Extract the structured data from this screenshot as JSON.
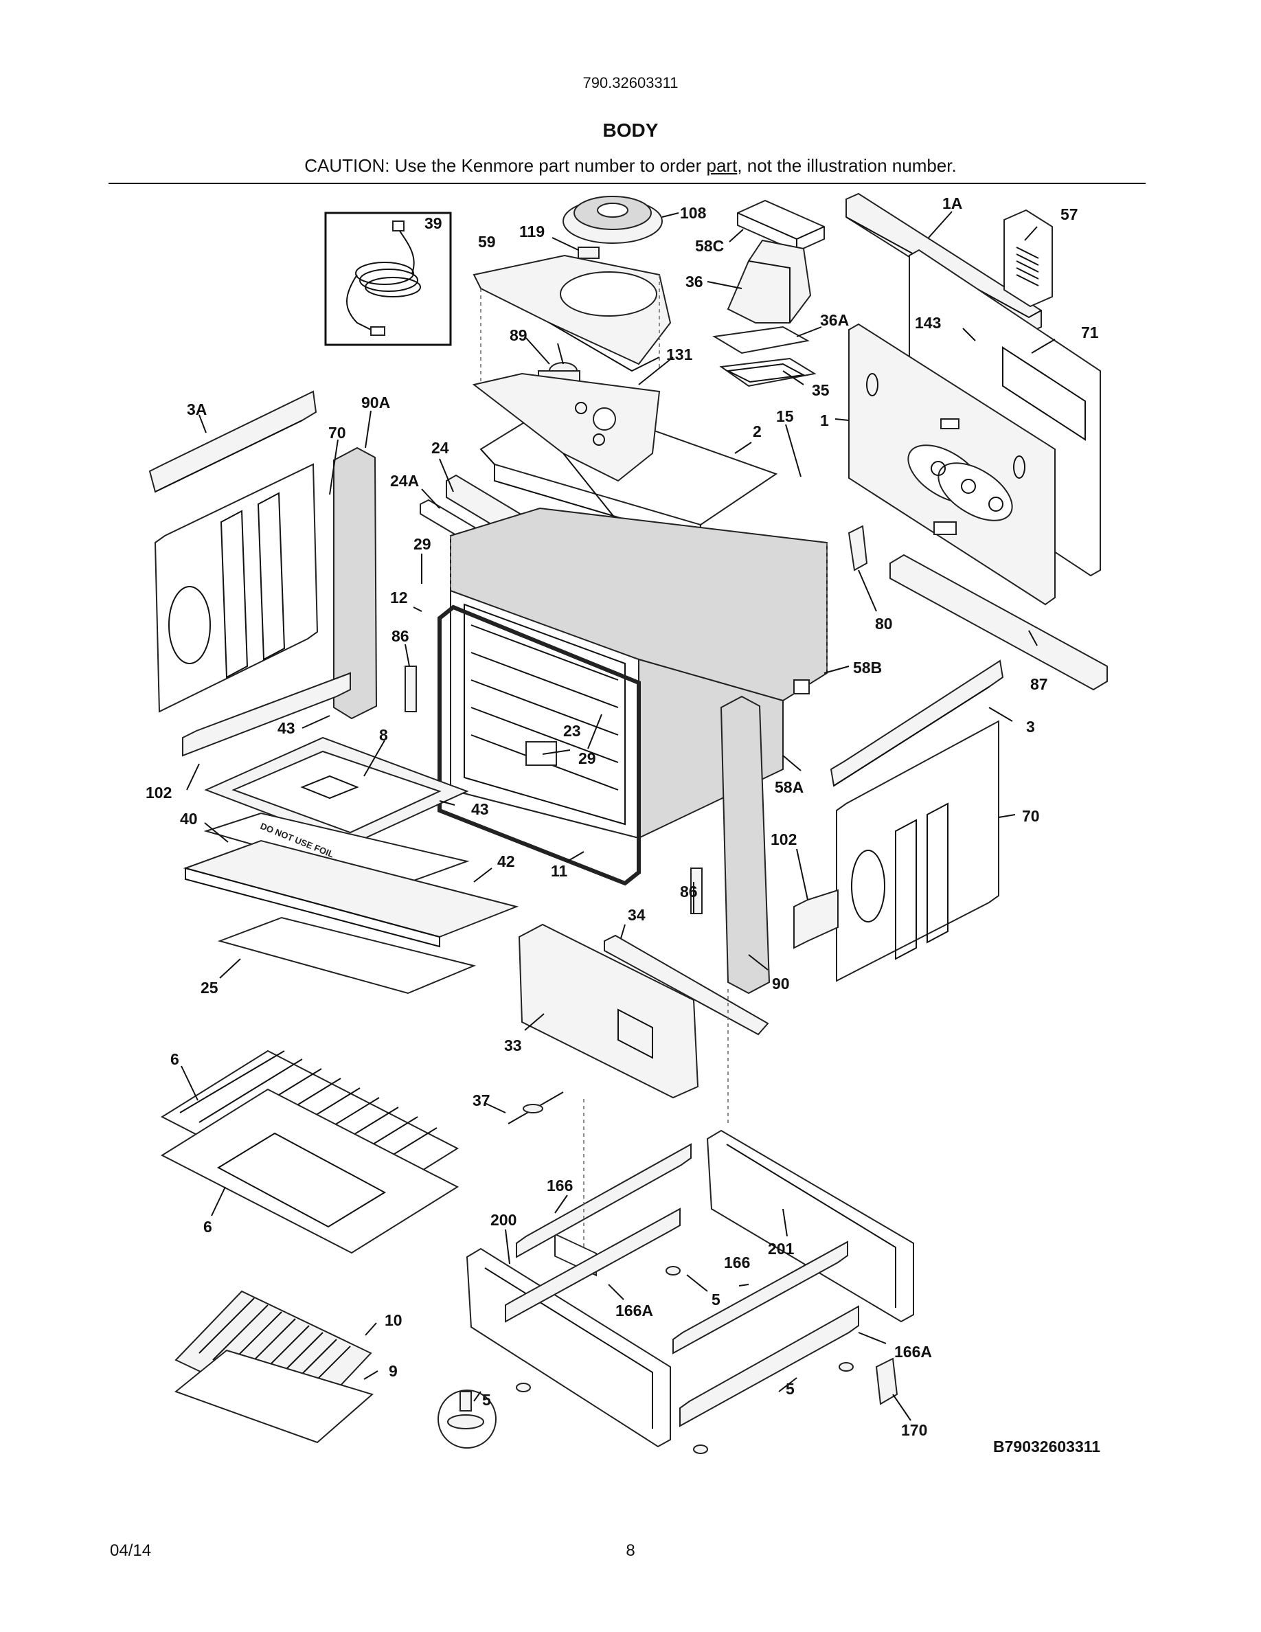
{
  "header": {
    "model_number": "790.32603311",
    "section_title": "BODY",
    "caution_prefix": "CAUTION: Use the Kenmore part number to order ",
    "caution_underlined": "part",
    "caution_suffix": ", not the illustration number."
  },
  "diagram": {
    "callouts": {
      "c39": "39",
      "c119": "119",
      "c108": "108",
      "c59": "59",
      "c58c": "58C",
      "c1a": "1A",
      "c57": "57",
      "c36": "36",
      "c36a": "36A",
      "c143": "143",
      "c71": "71",
      "c89": "89",
      "c131": "131",
      "c35": "35",
      "c3a": "3A",
      "c90a": "90A",
      "c70a": "70",
      "c24": "24",
      "c15": "15",
      "c2": "2",
      "c1": "1",
      "c24a": "24A",
      "c29a": "29",
      "c12": "12",
      "c86a": "86",
      "c80": "80",
      "c58b": "58B",
      "c87": "87",
      "c43a": "43",
      "c8": "8",
      "c23": "23",
      "c29b": "29",
      "c3": "3",
      "c102a": "102",
      "c43b": "43",
      "c58a": "58A",
      "c40": "40",
      "c70b": "70",
      "c102b": "102",
      "c42": "42",
      "c11": "11",
      "c86b": "86",
      "c34": "34",
      "c25": "25",
      "c90": "90",
      "c33": "33",
      "c6a": "6",
      "c37": "37",
      "c166a": "166",
      "c6b": "6",
      "c200": "200",
      "c201": "201",
      "c166b": "166",
      "c5a": "5",
      "c166aa": "166A",
      "c10": "10",
      "c166ab": "166A",
      "c9": "9",
      "c5b": "5",
      "c5c": "5",
      "c170": "170"
    },
    "drawing_code": "B79032603311",
    "warning_text": "DO NOT USE FOIL"
  },
  "footer": {
    "date": "04/14",
    "page_number": "8"
  }
}
